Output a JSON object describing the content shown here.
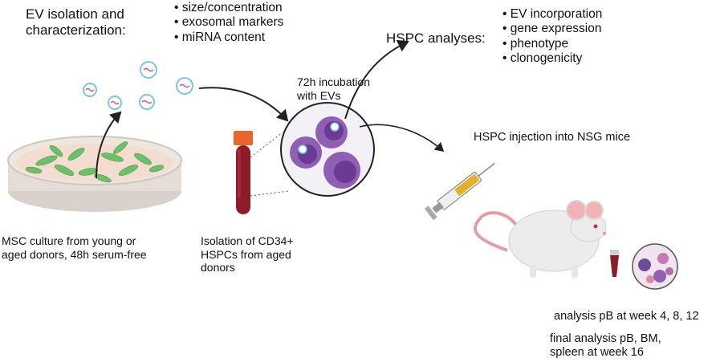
{
  "ev_isolation": {
    "title_lines": [
      "EV isolation and",
      "characterization:"
    ],
    "bullets": [
      "size/concentration",
      "exosomal markers",
      "miRNA content"
    ]
  },
  "hspc_analyses": {
    "title": "HSPC analyses:",
    "bullets": [
      "EV incorporation",
      "gene expression",
      "phenotype",
      "clonogenicity"
    ]
  },
  "incubation": {
    "lines": [
      "72h incubation",
      "with EVs"
    ]
  },
  "injection": {
    "label": "HSPC injection into NSG mice"
  },
  "msc_culture": {
    "lines": [
      "MSC culture from young or",
      "aged donors, 48h serum-free"
    ]
  },
  "isolation_cd34": {
    "lines": [
      "Isolation of CD34+",
      "HSPCs from aged",
      "donors"
    ]
  },
  "analysis_pb": {
    "label": "analysis pB at week 4, 8, 12"
  },
  "final_analysis": {
    "lines": [
      "final analysis pB, BM,",
      "spleen at week 16"
    ]
  },
  "colors": {
    "dish_cells": "#6fbf6a",
    "dish_medium": "#f3ddd0",
    "vesicle_ring": "#7ec3e6",
    "vesicle_cargo": "#e0566a",
    "blood": "#8e1b2a",
    "tube_cap": "#e8652e",
    "hspc_cell": "#8f5fb3",
    "hspc_nucleus": "#6b3a95",
    "mouse_body": "#ececec",
    "mouse_ear": "#f2b3b6",
    "syringe_fluid": "#e3b12a"
  }
}
